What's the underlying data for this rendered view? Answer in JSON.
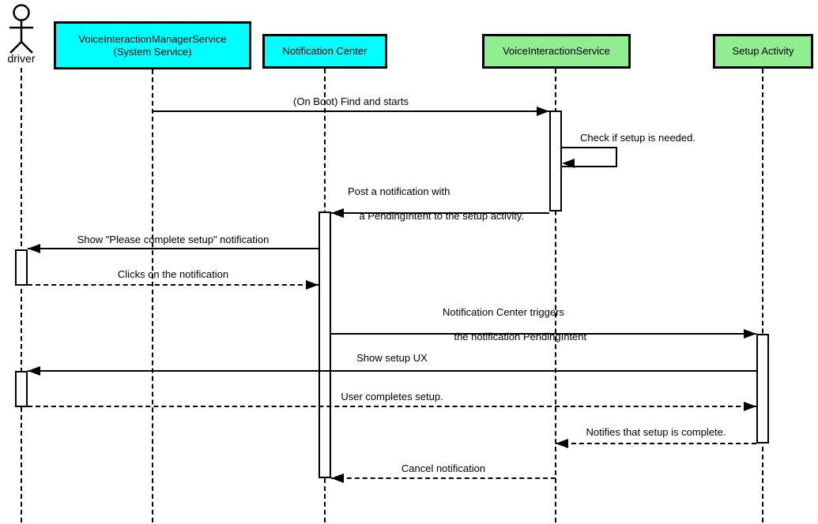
{
  "diagram": {
    "kind": "uml-sequence-diagram",
    "colors": {
      "system_participant_fill": "#00ffff",
      "app_participant_fill": "#90ee90",
      "line_color": "#000000",
      "background": "#ffffff"
    },
    "participants": [
      {
        "id": "driver",
        "kind": "actor",
        "label": "driver"
      },
      {
        "id": "vims",
        "kind": "participant",
        "fill": "#00ffff",
        "label_line1": "VoiceInteractionManagerService",
        "label_line2": "(System Service)"
      },
      {
        "id": "notification-center",
        "kind": "participant",
        "fill": "#00ffff",
        "label": "Notification Center"
      },
      {
        "id": "voice-interaction-service",
        "kind": "participant",
        "fill": "#90ee90",
        "label": "VoiceInteractionService"
      },
      {
        "id": "setup-activity",
        "kind": "participant",
        "fill": "#90ee90",
        "label": "Setup Activity"
      }
    ],
    "messages": [
      {
        "n": 1,
        "from": "VoiceInteractionManagerService (System Service)",
        "to": "VoiceInteractionService",
        "line": "solid",
        "text": "(On Boot) Find and starts"
      },
      {
        "n": 2,
        "from": "VoiceInteractionService",
        "to": "VoiceInteractionService",
        "line": "solid-self",
        "text": "Check if setup is needed."
      },
      {
        "n": 3,
        "from": "VoiceInteractionService",
        "to": "Notification Center",
        "line": "solid",
        "text_line1": "Post a notification with",
        "text_line2": "a PendingIntent to the setup activity."
      },
      {
        "n": 4,
        "from": "Notification Center",
        "to": "driver",
        "line": "solid",
        "text": "Show \"Please complete setup\" notification"
      },
      {
        "n": 5,
        "from": "driver",
        "to": "Notification Center",
        "line": "dashed",
        "text": "Clicks on the notification"
      },
      {
        "n": 6,
        "from": "Notification Center",
        "to": "Setup Activity",
        "line": "solid",
        "text_line1": "Notification Center triggers",
        "text_line2": "the notification PendingIntent"
      },
      {
        "n": 7,
        "from": "Setup Activity",
        "to": "driver",
        "line": "solid",
        "text": "Show setup UX"
      },
      {
        "n": 8,
        "from": "driver",
        "to": "Setup Activity",
        "line": "dashed",
        "text": "User completes setup."
      },
      {
        "n": 9,
        "from": "Setup Activity",
        "to": "VoiceInteractionService",
        "line": "dashed",
        "text": "Notifies that setup is complete."
      },
      {
        "n": 10,
        "from": "VoiceInteractionService",
        "to": "Notification Center",
        "line": "dashed",
        "text": "Cancel notification"
      }
    ]
  }
}
